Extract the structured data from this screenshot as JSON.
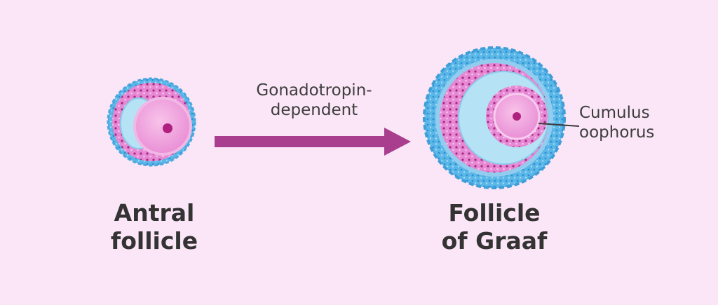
{
  "colors": {
    "background": "#fbe6f7",
    "theca_blue": "#57b6e8",
    "antrum_fluid": "#b5e3f5",
    "granulosa_pink": "#e88ad6",
    "oocyte_pink": "#f4a7e0",
    "nucleus": "#b0207e",
    "arrow": "#a93e8e"
  },
  "stage_left": {
    "name_line1": "Antral",
    "name_line2": "follicle"
  },
  "transition": {
    "line1": "Gonadotropin-",
    "line2": "dependent"
  },
  "stage_right": {
    "name_line1": "Follicle",
    "name_line2": "of Graaf",
    "annotation_line1": "Cumulus",
    "annotation_line2": "oophorus"
  }
}
